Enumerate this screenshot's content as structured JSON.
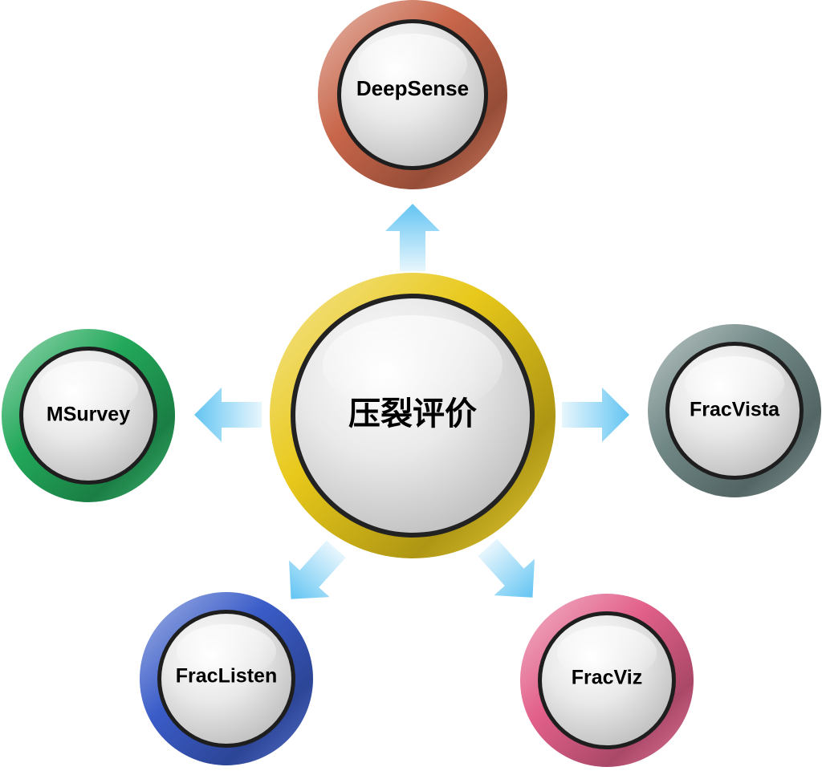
{
  "center": {
    "label": "压裂评价",
    "color": "#e8c81a"
  },
  "nodes": [
    {
      "key": "deepsense",
      "label": "DeepSense",
      "color": "#c8664a"
    },
    {
      "key": "fracvista",
      "label": "FracVista",
      "color": "#6f8785"
    },
    {
      "key": "fracviz",
      "label": "FracViz",
      "color": "#e2608a"
    },
    {
      "key": "fraclisten",
      "label": "FracListen",
      "color": "#3a5cc8"
    },
    {
      "key": "msurvey",
      "label": "MSurvey",
      "color": "#22a85a"
    }
  ],
  "arrow_color": "#62c4f2"
}
